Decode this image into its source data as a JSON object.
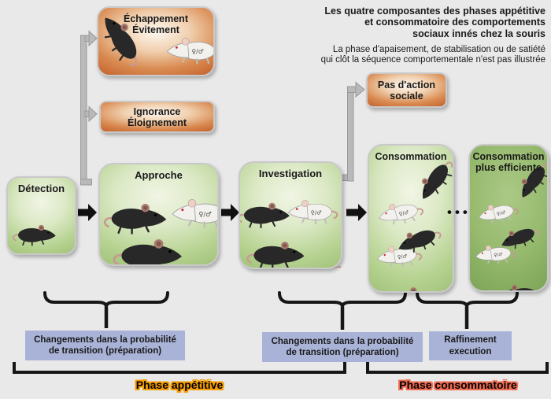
{
  "header": {
    "title_lines": [
      "Les quatre composantes des phases appétitive",
      "et consommatoire des comportements",
      "sociaux innés chez la souris"
    ],
    "subtitle_lines": [
      "La phase d'apaisement, de stabilisation ou de satiété",
      "qui clôt la séquence comportementale n'est pas illustrée"
    ]
  },
  "boxes": {
    "escape": {
      "line1": "Échappement",
      "line2": "Évitement"
    },
    "ignore": {
      "line1": "Ignorance",
      "line2": "Éloignement"
    },
    "no_social_action": {
      "line1": "Pas d'action",
      "line2": "sociale"
    },
    "detection": {
      "label": "Détection"
    },
    "approach": {
      "label": "Approche"
    },
    "investigation": {
      "label": "Investigation"
    },
    "consummation": {
      "label": "Consommation"
    },
    "consummation_efficient": {
      "line1": "Consommation",
      "line2": "plus efficiente"
    }
  },
  "annotations": {
    "transition_prep_1": {
      "line1": "Changements dans la probabilité",
      "line2": "de transition (préparation)"
    },
    "transition_prep_2": {
      "line1": "Changements dans la probabilité",
      "line2": "de transition (préparation)"
    },
    "refinement": {
      "line1": "Raffinement",
      "line2": "execution"
    }
  },
  "phases": {
    "appetitive": "Phase appétitive",
    "consummatory": "Phase consommatoire"
  },
  "misc": {
    "ellipsis": "•••",
    "mouse_sex_label": "♀/♂"
  },
  "colors": {
    "background": "#e9e9e9",
    "orange_box_edge": "#bf5a26",
    "green_box_edge": "#a0c278",
    "dark_green_box": "#7aa255",
    "annotation_box": "#a9b3d7",
    "appetitive_halo": "#f59c00",
    "consummatory_halo": "#ee6a50",
    "arrow_black": "#111111",
    "arrow_gray": "#b9b9b9"
  }
}
